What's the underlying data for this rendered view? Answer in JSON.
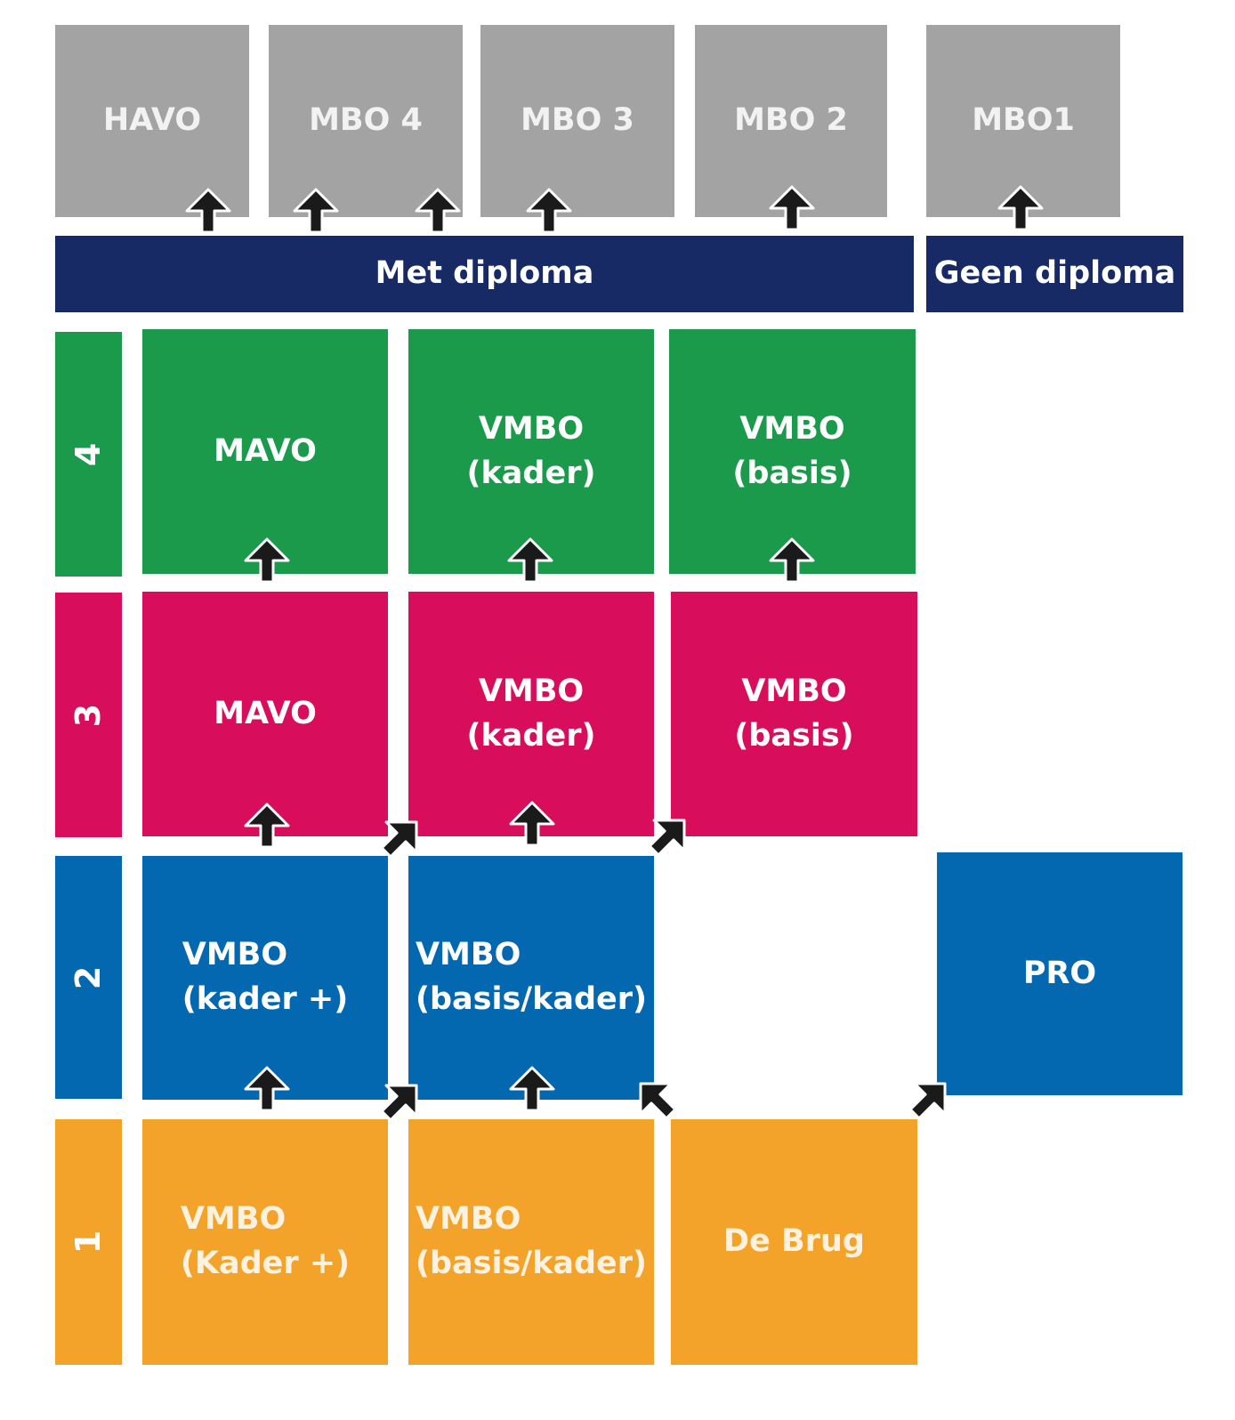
{
  "outcomes": {
    "havo": "HAVO",
    "mbo4": "MBO 4",
    "mbo3": "MBO 3",
    "mbo2": "MBO 2",
    "mbo1": "MBO1"
  },
  "bars": {
    "met_diploma": "Met diploma",
    "geen_diploma": "Geen diploma"
  },
  "years": {
    "y4": "4",
    "y3": "3",
    "y2": "2",
    "y1": "1"
  },
  "year4": {
    "mavo": "MAVO",
    "kader_l1": "VMBO",
    "kader_l2": "(kader)",
    "basis_l1": "VMBO",
    "basis_l2": "(basis)"
  },
  "year3": {
    "mavo": "MAVO",
    "kader_l1": "VMBO",
    "kader_l2": "(kader)",
    "basis_l1": "VMBO",
    "basis_l2": "(basis)"
  },
  "year2": {
    "kaderplus_l1": "VMBO",
    "kaderplus_l2": "(kader +)",
    "basiskader_l1": "VMBO",
    "basiskader_l2": "(basis/kader)",
    "pro": "PRO"
  },
  "year1": {
    "kaderplus_l1": "VMBO",
    "kaderplus_l2": "(Kader +)",
    "basiskader_l1": "VMBO",
    "basiskader_l2": "(basis/kader)",
    "debrug": "De Brug"
  },
  "colors": {
    "outcome": "#a3a3a3",
    "diploma_bar": "#172a66",
    "year4": "#1b9a4b",
    "year3": "#d80e5c",
    "year2": "#0468b1",
    "year1": "#f3a32a",
    "arrow": "#1a1a1a"
  }
}
